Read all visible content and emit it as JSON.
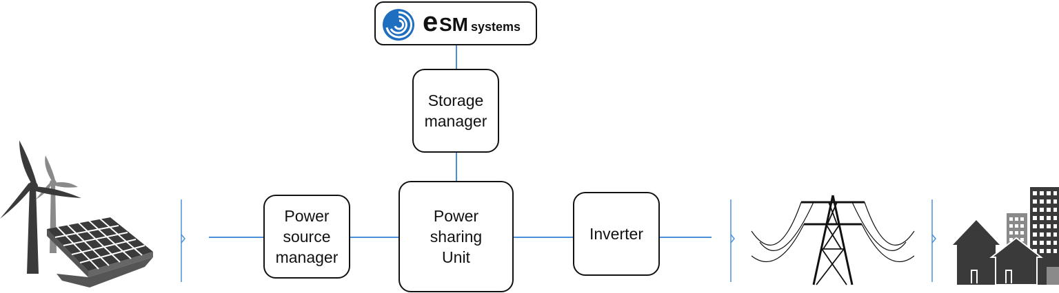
{
  "logo": {
    "letter_e": "e",
    "letters_sm": "SM",
    "word": "systems"
  },
  "nodes": {
    "storage_manager": [
      "Storage",
      "manager"
    ],
    "power_source_manager": [
      "Power",
      "source",
      "manager"
    ],
    "power_sharing_unit": [
      "Power",
      "sharing",
      "Unit"
    ],
    "inverter": [
      "Inverter"
    ]
  },
  "colors": {
    "connector": "#4a90d9",
    "border": "#111111",
    "icon_dark": "#3a3a3a",
    "icon_gray": "#8a8a8a",
    "logo_blue": "#1e6fc0"
  },
  "icons": [
    "wind-turbine-icon",
    "solar-panel-icon",
    "power-pylon-icon",
    "houses-icon",
    "buildings-icon"
  ]
}
